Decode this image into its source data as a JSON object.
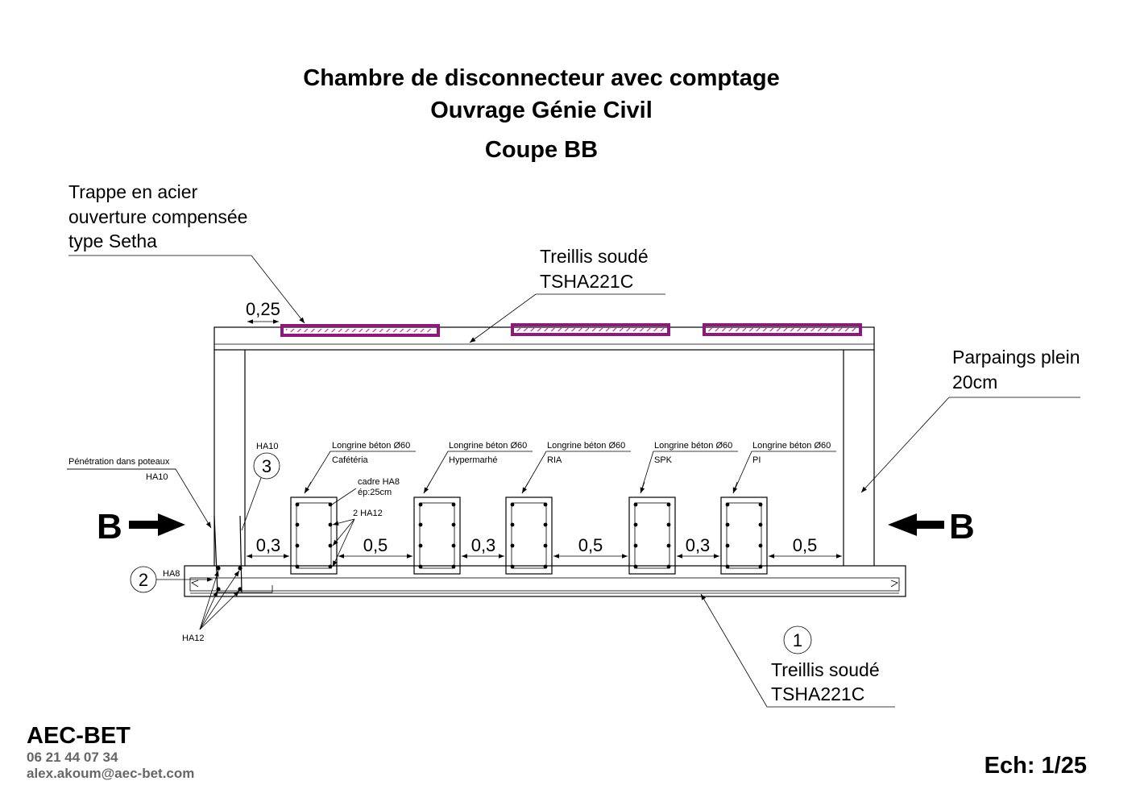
{
  "title": {
    "line1": "Chambre de disconnecteur avec comptage",
    "line2": "Ouvrage Génie Civil",
    "line3": "Coupe BB"
  },
  "labels": {
    "trappe": [
      "Trappe en acier",
      "ouverture compensée",
      "type Setha"
    ],
    "treillis_top": [
      "Treillis soudé",
      "TSHA221C"
    ],
    "parpaings": [
      "Parpaings plein",
      "20cm"
    ],
    "treillis_bottom": [
      "Treillis soudé",
      "TSHA221C"
    ],
    "penetration": "Pénétration dans poteaux",
    "penetration_bar": "HA10",
    "ha10": "HA10",
    "ha8": "HA8",
    "ha12": "HA12",
    "cadre": [
      "cadre HA8",
      "ép:25cm"
    ],
    "two_ha12": "2 HA12",
    "marker_1": "1",
    "marker_2": "2",
    "marker_3": "3",
    "section_left": "B",
    "section_right": "B"
  },
  "dimensions": {
    "trap_offset": "0,25",
    "gaps": [
      "0,3",
      "0,5",
      "0,3",
      "0,5",
      "0,3",
      "0,5"
    ]
  },
  "longrines": [
    {
      "title": "Longrine béton Ø60",
      "name": "Cafétéria"
    },
    {
      "title": "Longrine béton Ø60",
      "name": "Hypermarhé"
    },
    {
      "title": "Longrine béton Ø60",
      "name": "RIA"
    },
    {
      "title": "Longrine béton Ø60",
      "name": "SPK"
    },
    {
      "title": "Longrine béton Ø60",
      "name": "PI"
    }
  ],
  "footer": {
    "firm": "AEC-BET",
    "phone": "06 21 44 07 34",
    "email": "alex.akoum@aec-bet.com",
    "scale": "Ech: 1/25"
  },
  "colors": {
    "trap": "#8b1a7a",
    "trap_hatch": "#e10099",
    "contact": "#666666"
  }
}
